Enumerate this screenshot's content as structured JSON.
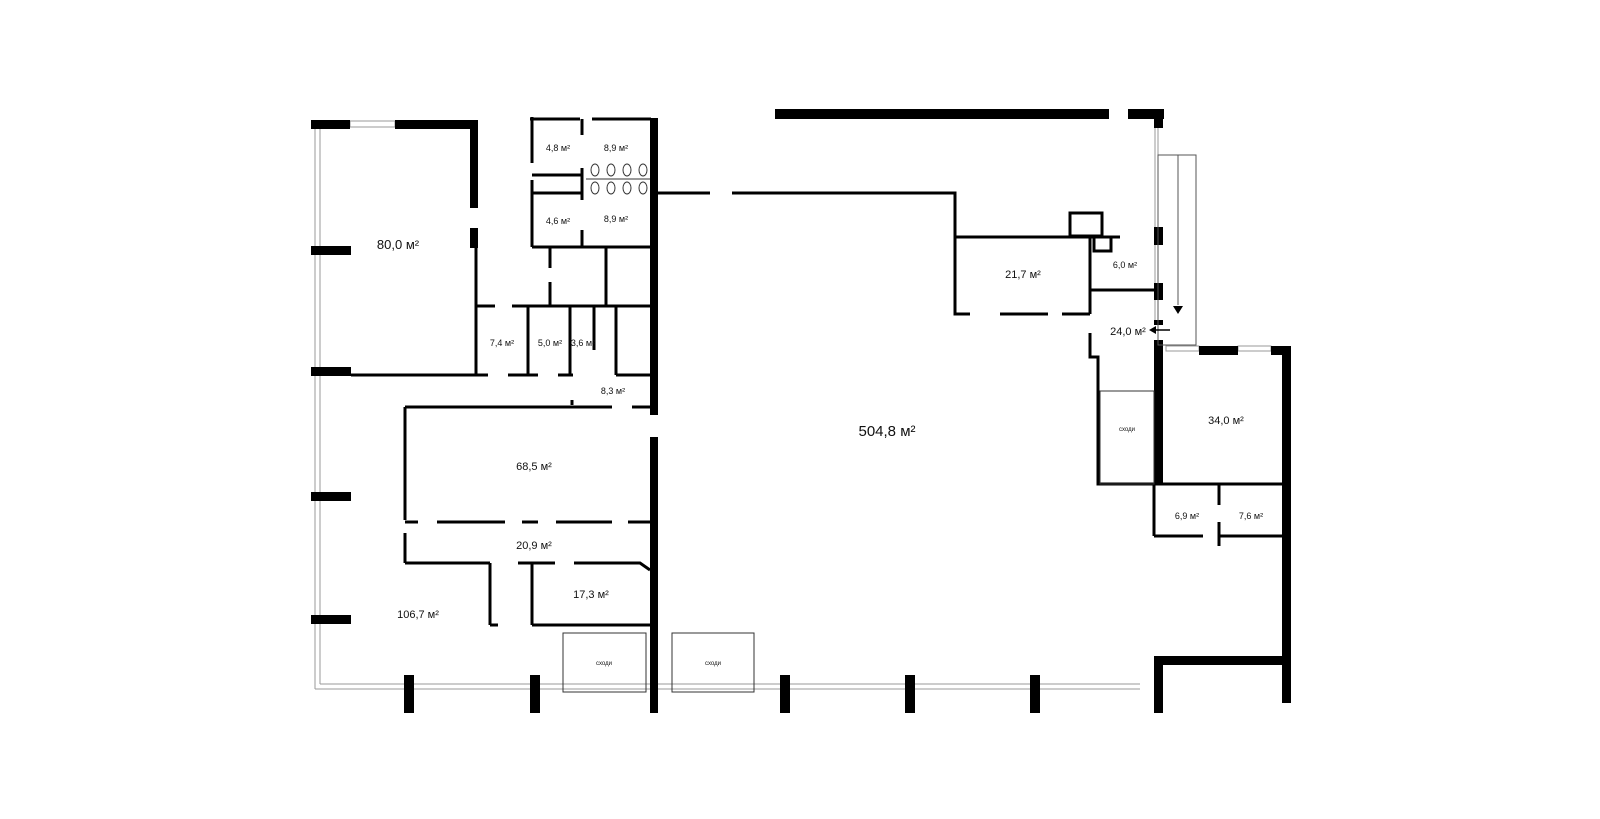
{
  "colors": {
    "wall": "#000000",
    "thin_wall": "#222222",
    "glazing": "#9a9a9a",
    "background": "#ffffff"
  },
  "rooms": [
    {
      "id": "room-80-0",
      "area": "80,0 м²"
    },
    {
      "id": "room-4-8",
      "area": "4,8 м²"
    },
    {
      "id": "room-8-9-top",
      "area": "8,9 м²"
    },
    {
      "id": "room-4-6",
      "area": "4,6 м²"
    },
    {
      "id": "room-8-9-bottom",
      "area": "8,9 м²"
    },
    {
      "id": "room-7-4",
      "area": "7,4 м²"
    },
    {
      "id": "room-5-0",
      "area": "5,0 м²"
    },
    {
      "id": "room-3-6",
      "area": "3,6 м²"
    },
    {
      "id": "room-8-3",
      "area": "8,3 м²"
    },
    {
      "id": "room-68-5",
      "area": "68,5 м²"
    },
    {
      "id": "room-20-9",
      "area": "20,9 м²"
    },
    {
      "id": "room-17-3",
      "area": "17,3 м²"
    },
    {
      "id": "room-106-7",
      "area": "106,7 м²"
    },
    {
      "id": "room-504-8",
      "area": "504,8 м²"
    },
    {
      "id": "room-21-7",
      "area": "21,7 м²"
    },
    {
      "id": "room-6-0",
      "area": "6,0 м²"
    },
    {
      "id": "room-24-0",
      "area": "24,0 м²"
    },
    {
      "id": "room-34-0",
      "area": "34,0 м²"
    },
    {
      "id": "room-6-9",
      "area": "6,9 м²"
    },
    {
      "id": "room-7-6",
      "area": "7,6 м²"
    }
  ],
  "stairs": [
    {
      "id": "stairs-left",
      "label": "сходи"
    },
    {
      "id": "stairs-center",
      "label": "сходи"
    },
    {
      "id": "stairs-right",
      "label": "сходи"
    }
  ]
}
